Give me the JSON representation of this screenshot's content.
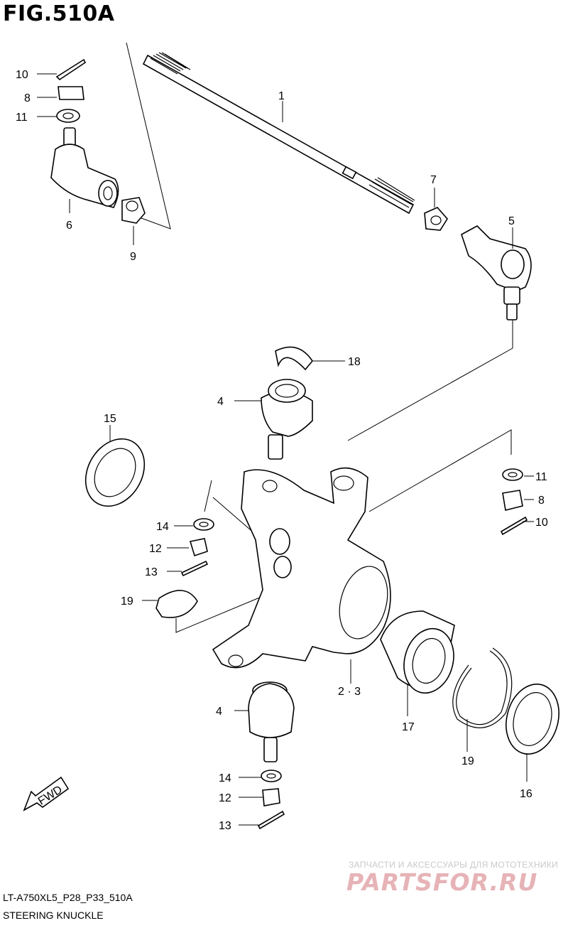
{
  "figure": {
    "title": "FIG.510A"
  },
  "footer": {
    "model_code": "LT-A750XL5_P28_P33_510A",
    "section_name": "STEERING KNUCKLE"
  },
  "watermark": {
    "tagline": "ЗАПЧАСТИ И АКСЕССУАРЫ ДЛЯ МОТОТЕХНИКИ",
    "logo": "PARTSFOR.RU"
  },
  "direction_badge": {
    "text": "FWD"
  },
  "callouts": {
    "c1": "1",
    "c2_3": "2 · 3",
    "c4_upper": "4",
    "c4_lower": "4",
    "c5": "5",
    "c6": "6",
    "c7": "7",
    "c8_left": "8",
    "c8_right": "8",
    "c9": "9",
    "c10_left": "10",
    "c10_right": "10",
    "c11_left": "11",
    "c11_right": "11",
    "c12_mid": "12",
    "c12_low": "12",
    "c13_mid": "13",
    "c13_low": "13",
    "c14_mid": "14",
    "c14_low": "14",
    "c15": "15",
    "c16": "16",
    "c17": "17",
    "c18": "18",
    "c19_left": "19",
    "c19_right": "19"
  }
}
